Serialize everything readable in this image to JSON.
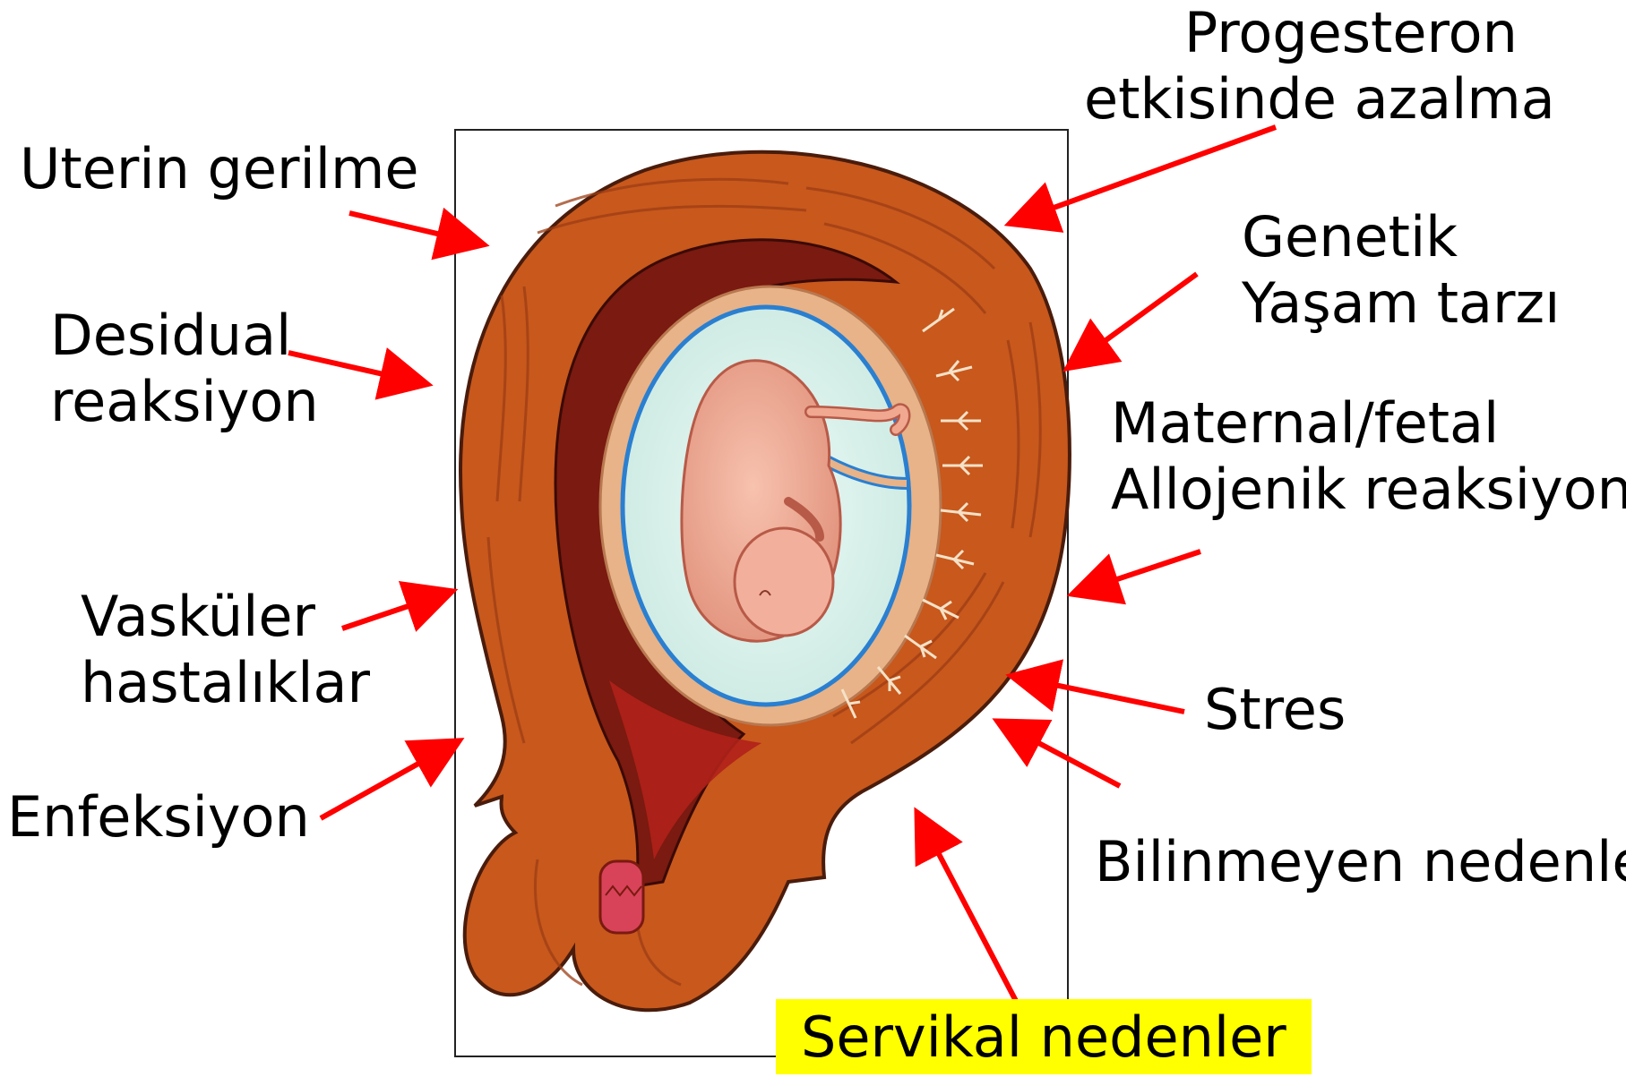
{
  "labels": {
    "uterin": "Uterin gerilme",
    "desidual_1": "Desidual",
    "desidual_2": "reaksiyon",
    "vaskuler_1": "Vasküler",
    "vaskuler_2": "hastalıklar",
    "enfeksiyon": "Enfeksiyon",
    "progesteron_1": "Progesteron",
    "progesteron_2": "etkisinde azalma",
    "genetik_1": "Genetik",
    "genetik_2": "Yaşam tarzı",
    "maternal_1": "Maternal/fetal",
    "maternal_2": "Allojenik reaksiyon",
    "stres": "Stres",
    "bilinmeyen": "Bilinmeyen nedenler",
    "servikal": "Servikal nedenler"
  },
  "colors": {
    "arrow": "#ff0000",
    "highlight": "#ffff00",
    "uterus_wall": "#c8581c",
    "decidua": "#7a1a10",
    "amniotic": "#d8f0ea",
    "amnion_line": "#2a7fd0",
    "fetus": "#f0a890"
  }
}
